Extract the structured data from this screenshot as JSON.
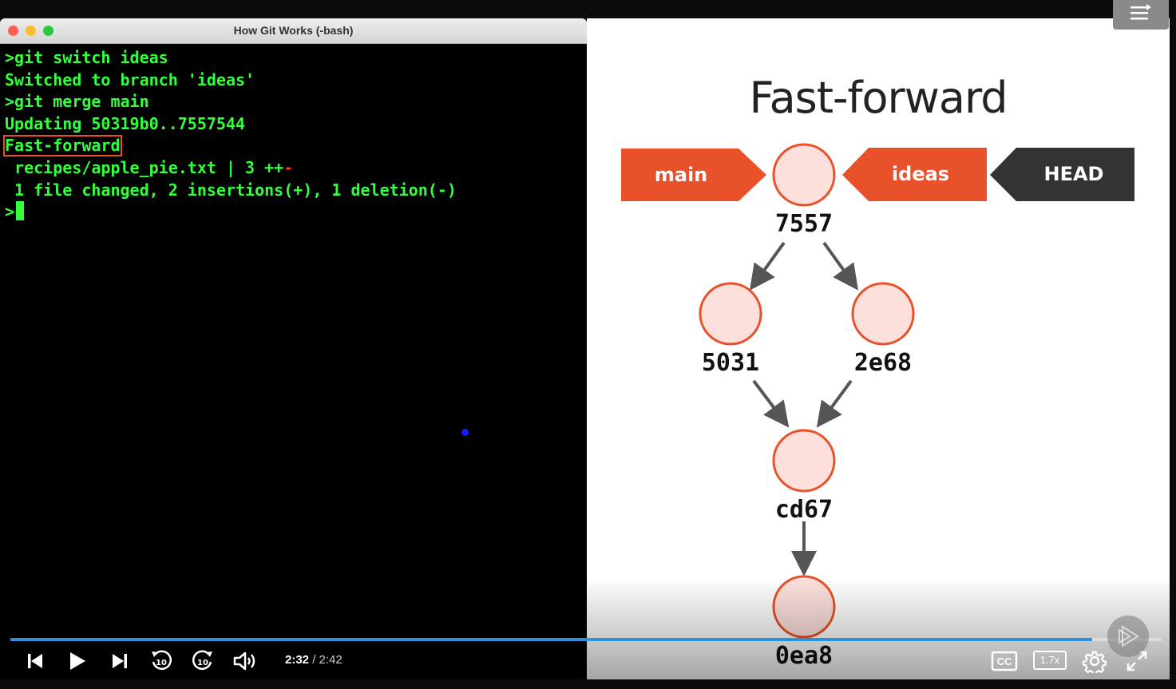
{
  "terminal": {
    "title": "How Git Works (-bash)",
    "lines": [
      ">git switch ideas",
      "Switched to branch 'ideas'",
      ">git merge main",
      "Updating 50319b0..7557544",
      "Fast-forward",
      " recipes/apple_pie.txt | 3 ++",
      " 1 file changed, 2 insertions(+), 1 deletion(-)",
      ">"
    ],
    "diffstat_deletion": "-",
    "highlighted_line": "Fast-forward"
  },
  "slide": {
    "title": "Fast-forward",
    "tags": {
      "main": "main",
      "ideas": "ideas",
      "head": "HEAD"
    },
    "commits": [
      "7557",
      "5031",
      "2e68",
      "cd67",
      "0ea8"
    ],
    "colors": {
      "tag": "#e8512a",
      "head": "#333333",
      "node_fill": "#fde0dc",
      "node_stroke": "#e8512a",
      "arrow": "#555555"
    }
  },
  "player": {
    "current_time": "2:32",
    "total_time": "2:42",
    "separator": " / ",
    "speed": "1.7x",
    "cc_label": "CC",
    "progress": 0.94,
    "colors": {
      "progress": "#2f8fd8"
    },
    "icons": [
      "skip-back-icon",
      "play-icon",
      "skip-forward-icon",
      "rewind-10-icon",
      "forward-10-icon",
      "volume-icon",
      "cc-icon",
      "speed-icon",
      "settings-icon",
      "fullscreen-icon",
      "menu-icon"
    ]
  }
}
